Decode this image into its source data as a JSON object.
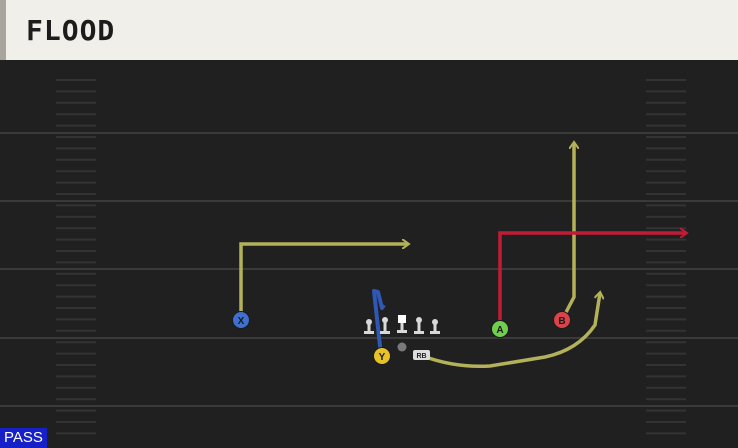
{
  "play": {
    "title": "FLOOD",
    "type_label": "PASS"
  },
  "colors": {
    "header_bg": "#f1efe9",
    "field_bg": "#202020",
    "route_yellow": "#b3b159",
    "route_red": "#c11b35",
    "route_blue": "#2f58b5",
    "badge_blue": "#1520c8"
  },
  "players": [
    {
      "label": "X",
      "color": "#3f6fcf",
      "route_color": "#b3b159"
    },
    {
      "label": "Y",
      "color": "#e6c227",
      "route_color": "#2f58b5"
    },
    {
      "label": "A",
      "color": "#6fcf4c",
      "route_color": "#c11b35"
    },
    {
      "label": "B",
      "color": "#d9434a",
      "route_color": "#b3b159"
    },
    {
      "label": "RB",
      "color": "#dddddd",
      "route_color": "#b3b159"
    }
  ],
  "linemen_count": 5
}
